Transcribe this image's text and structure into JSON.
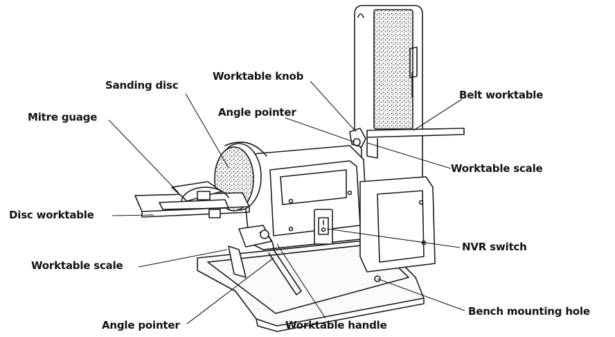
{
  "labels": {
    "sanding_disc": "Sanding disc",
    "worktable_knob": "Worktable knob",
    "belt_worktable": "Belt worktable",
    "mitre_guage": "Mitre guage",
    "angle_pointer_top": "Angle pointer",
    "worktable_scale_right": "Worktable scale",
    "disc_worktable": "Disc worktable",
    "nvr_switch": "NVR switch",
    "worktable_scale_left": "Worktable scale",
    "bench_mounting_hole": "Bench mounting hole",
    "angle_pointer_bottom": "Angle pointer",
    "worktable_handle": "Worktable handle"
  },
  "colors": {
    "line": "#1a1a1a",
    "background": "#ffffff",
    "abrasive": "#d9d9d9"
  }
}
